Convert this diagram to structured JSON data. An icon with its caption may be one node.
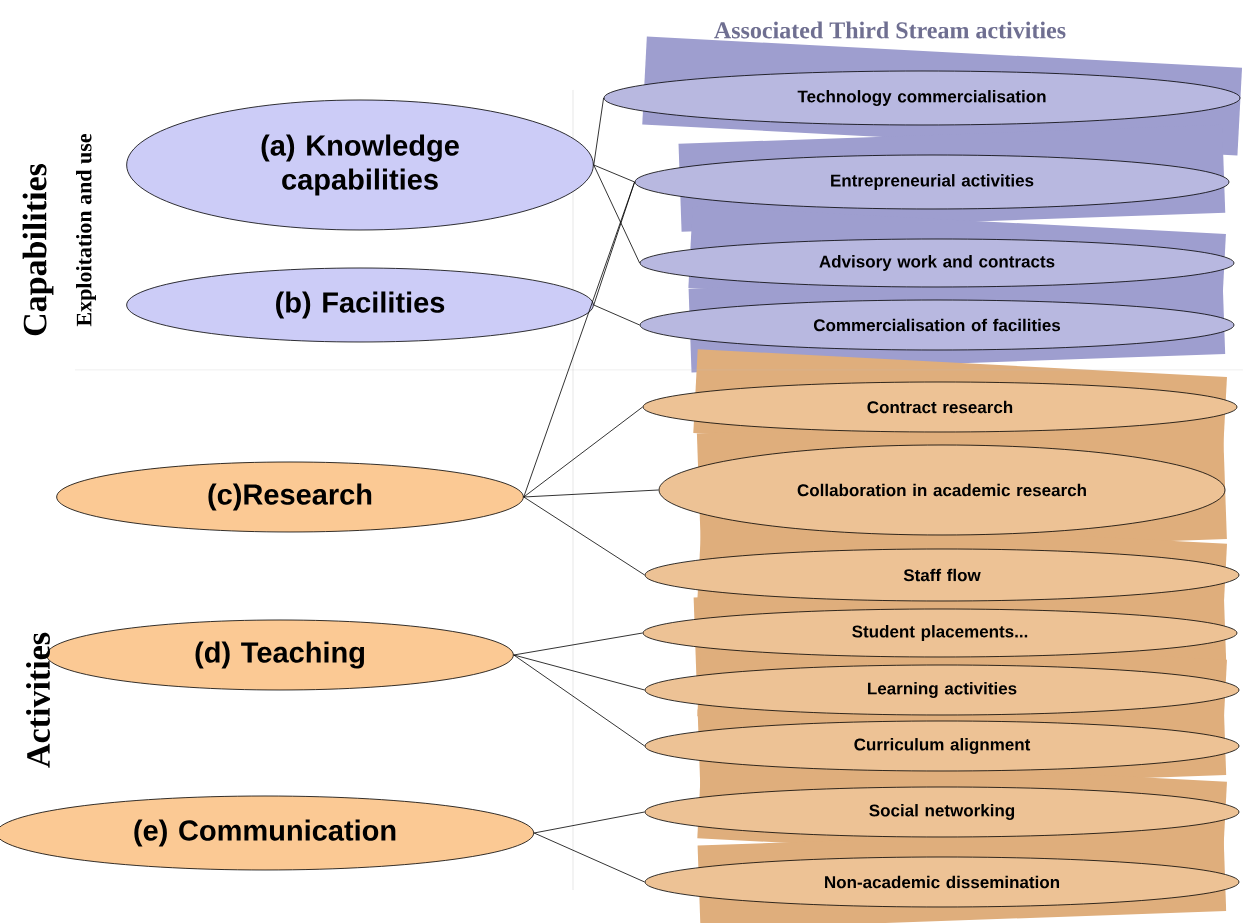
{
  "diagram": {
    "title": "Associated Third Stream activities",
    "nodes": [
      {
        "text": [
          "(a) Knowledge capabilities"
        ]
      },
      {
        "text": [
          "(b) Facilities"
        ]
      },
      {
        "text": [
          "(c)Research"
        ]
      },
      {
        "text": [
          "(d) Teaching"
        ]
      },
      {
        "text": [
          "(e) Communication"
        ]
      },
      {
        "text": [
          "Technology commercialisation"
        ]
      },
      {
        "text": [
          "Entrepreneurial activities"
        ]
      },
      {
        "text": [
          "Advisory work and contracts"
        ]
      },
      {
        "text": [
          "Commercialisation of facilities"
        ]
      },
      {
        "text": [
          "Contract research"
        ]
      },
      {
        "text": [
          "Collaboration in academic research"
        ]
      },
      {
        "text": [
          "Staff flow"
        ]
      },
      {
        "text": [
          "Student placements..."
        ]
      },
      {
        "text": [
          "Learning activities"
        ]
      },
      {
        "text": [
          "Curriculum alignment"
        ]
      },
      {
        "text": [
          "Social networking"
        ]
      },
      {
        "text": [
          "Non-academic dissemination"
        ]
      }
    ],
    "edges": [
      {
        "from": 0,
        "to": 5,
        "arrow": "none"
      },
      {
        "from": 0,
        "to": 6,
        "arrow": "none"
      },
      {
        "from": 0,
        "to": 7,
        "arrow": "none"
      },
      {
        "from": 1,
        "to": 6,
        "arrow": "none"
      },
      {
        "from": 1,
        "to": 8,
        "arrow": "none"
      },
      {
        "from": 2,
        "to": 6,
        "arrow": "none"
      },
      {
        "from": 2,
        "to": 9,
        "arrow": "none"
      },
      {
        "from": 2,
        "to": 10,
        "arrow": "none"
      },
      {
        "from": 2,
        "to": 11,
        "arrow": "none"
      },
      {
        "from": 3,
        "to": 12,
        "arrow": "none"
      },
      {
        "from": 3,
        "to": 13,
        "arrow": "none"
      },
      {
        "from": 3,
        "to": 14,
        "arrow": "none"
      },
      {
        "from": 4,
        "to": 15,
        "arrow": "none"
      },
      {
        "from": 4,
        "to": 16,
        "arrow": "none"
      }
    ],
    "labels": [
      "Capabilities",
      "Exploitation and use",
      "Activities"
    ]
  }
}
